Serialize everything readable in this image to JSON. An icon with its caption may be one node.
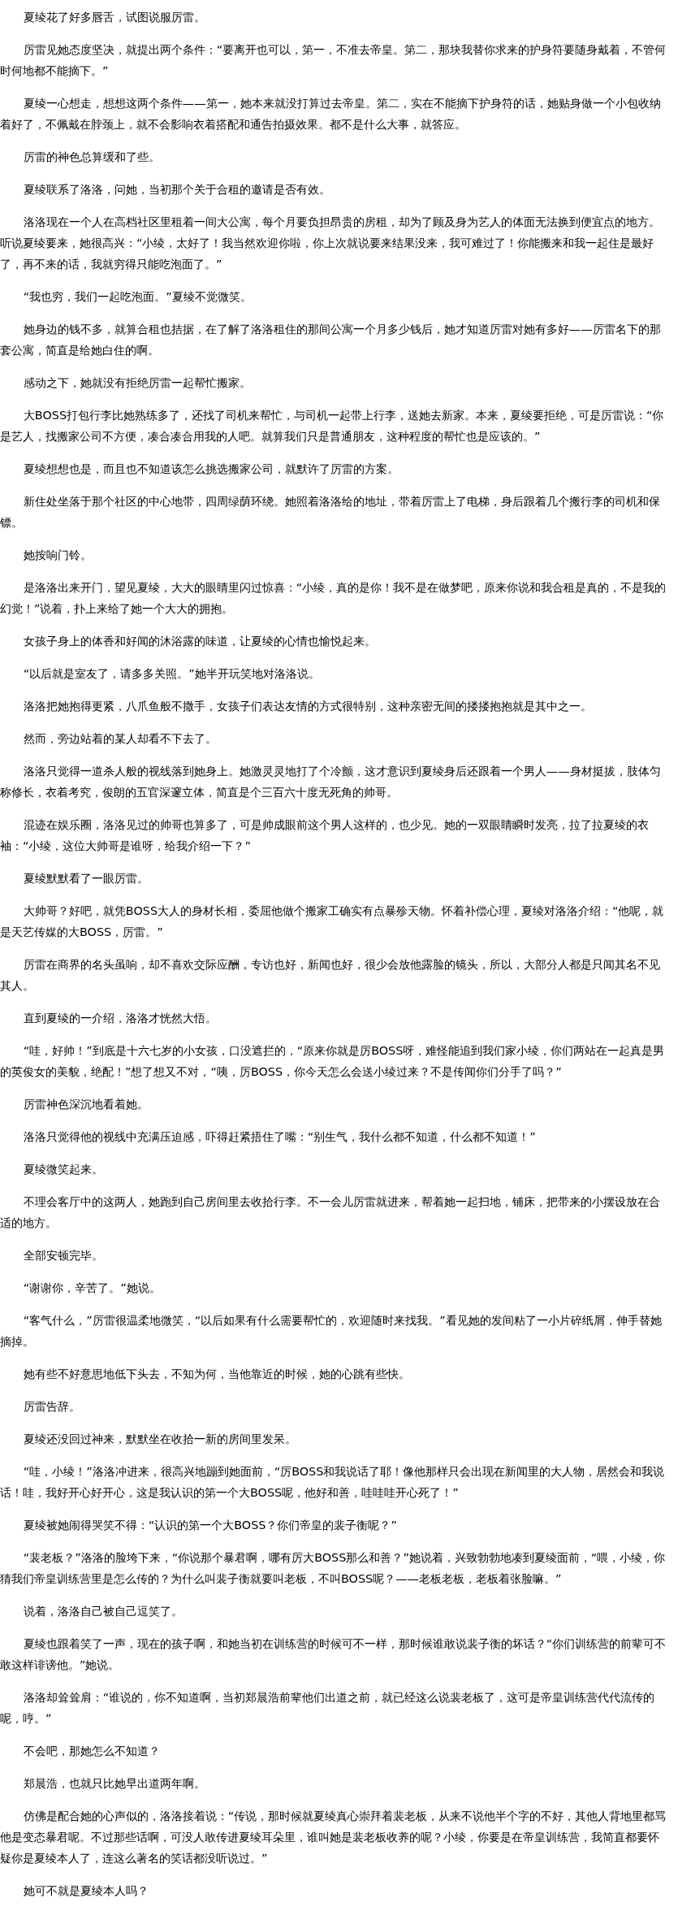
{
  "diagram": {
    "labels": [
      "夏绫花了好多唇舌，试图说服厉雷。",
      "厉雷见她态度坚决，就提出两个条件：“要离开也可以，第一，不准去帝皇。第二，那块我替你求来的护身符要随身戴着，不管何时何地都不能摘下。”",
      "夏绫一心想走，想想这两个条件——第一，她本来就没打算过去帝皇。第二，实在不能摘下护身符的话，她贴身做一个小包收纳着好了，不佩戴在脖颈上，就不会影响衣着搭配和通告拍摄效果。都不是什么大事，就答应。",
      "厉雷的神色总算缓和了些。",
      "夏绫联系了洛洛，问她，当初那个关于合租的邀请是否有效。",
      "洛洛现在一个人在高档社区里租着一间大公寓，每个月要负担昂贵的房租，却为了顾及身为艺人的体面无法换到便宜点的地方。听说夏绫要来，她很高兴：“小绫，太好了！我当然欢迎你啦，你上次就说要来结果没来，我可难过了！你能搬来和我一起住是最好了，再不来的话，我就穷得只能吃泡面了。”",
      "“我也穷，我们一起吃泡面。”夏绫不觉微笑。",
      "她身边的钱不多，就算合租也拮据，在了解了洛洛租住的那间公寓一个月多少钱后，她才知道厉雷对她有多好——厉雷名下的那套公寓，简直是给她白住的啊。",
      "感动之下，她就没有拒绝厉雷一起帮忙搬家。",
      "大BOSS打包行李比她熟练多了，还找了司机来帮忙，与司机一起带上行李，送她去新家。本来，夏绫要拒绝，可是厉雷说：“你是艺人，找搬家公司不方便，凑合凑合用我的人吧。就算我们只是普通朋友，这种程度的帮忙也是应该的。”",
      "夏绫想想也是，而且也不知道该怎么挑选搬家公司，就默许了厉雷的方案。",
      "新住处坐落于那个社区的中心地带，四周绿荫环绕。她照着洛洛给的地址，带着厉雷上了电梯，身后跟着几个搬行李的司机和保镖。",
      "她按响门铃。",
      "是洛洛出来开门，望见夏绫，大大的眼睛里闪过惊喜：“小绫，真的是你！我不是在做梦吧，原来你说和我合租是真的，不是我的幻觉！”说着，扑上来给了她一个大大的拥抱。",
      "女孩子身上的体香和好闻的沐浴露的味道，让夏绫的心情也愉悦起来。",
      "“以后就是室友了，请多多关照。”她半开玩笑地对洛洛说。",
      "洛洛把她抱得更紧，八爪鱼般不撒手，女孩子们表达友情的方式很特别，这种亲密无间的搂搂抱抱就是其中之一。",
      "然而，旁边站着的某人却看不下去了。",
      "洛洛只觉得一道杀人般的视线落到她身上。她激灵灵地打了个冷颤，这才意识到夏绫身后还跟着一个男人——身材挺拔，肢体匀称修长，衣着考究，俊朗的五官深邃立体，简直是个三百六十度无死角的帅哥。",
      "混迹在娱乐圈，洛洛见过的帅哥也算多了，可是帅成眼前这个男人这样的，也少见。她的一双眼睛瞬时发亮，拉了拉夏绫的衣袖：“小绫，这位大帅哥是谁呀，给我介绍一下？”",
      "夏绫默默看了一眼厉雷。",
      "大帅哥？好吧，就凭BOSS大人的身材长相，委屈他做个搬家工确实有点暴殄天物。怀着补偿心理，夏绫对洛洛介绍：“他呢，就是天艺传媒的大BOSS，厉雷。”",
      "厉雷在商界的名头虽响，却不喜欢交际应酬，专访也好，新闻也好，很少会放他露脸的镜头，所以，大部分人都是只闻其名不见其人。",
      "直到夏绫的一介绍，洛洛才恍然大悟。",
      "“哇，好帅！”到底是十六七岁的小女孩，口没遮拦的，“原来你就是厉BOSS呀，难怪能追到我们家小绫，你们两站在一起真是男的英俊女的美貌，绝配！”想了想又不对，“咦，厉BOSS，你今天怎么会送小绫过来？不是传闻你们分手了吗？”",
      "厉雷神色深沉地看着她。",
      "洛洛只觉得他的视线中充满压迫感，吓得赶紧捂住了嘴：“别生气，我什么都不知道，什么都不知道！”",
      "夏绫微笑起来。",
      "不理会客厅中的这两人，她跑到自己房间里去收拾行李。不一会儿厉雷就进来，帮着她一起扫地，铺床，把带来的小摆设放在合适的地方。",
      "全部安顿完毕。",
      "“谢谢你，辛苦了。”她说。",
      "“客气什么，”厉雷很温柔地微笑，“以后如果有什么需要帮忙的，欢迎随时来找我。”看见她的发间粘了一小片碎纸屑，伸手替她摘掉。",
      "她有些不好意思地低下头去，不知为何，当他靠近的时候，她的心跳有些快。",
      "厉雷告辞。",
      "夏绫还没回过神来，默默坐在收拾一新的房间里发呆。",
      "“哇，小绫！”洛洛冲进来，很高兴地蹦到她面前，“厉BOSS和我说话了耶！像他那样只会出现在新闻里的大人物，居然会和我说话！哇，我好开心好开心，这是我认识的第一个大BOSS呢，他好和善，哇哇哇开心死了！”",
      "夏绫被她闹得哭笑不得：“认识的第一个大BOSS？你们帝皇的裴子衡呢？”",
      "“裴老板？”洛洛的脸垮下来，“你说那个暴君啊，哪有厉大BOSS那么和善？”她说着，兴致勃勃地凑到夏绫面前，“喂，小绫，你猜我们帝皇训练营里是怎么传的？为什么叫裴子衡就要叫老板，不叫BOSS呢？——老板老板，老板着张脸嘛。”",
      "说着，洛洛自己被自己逗笑了。",
      "夏绫也跟着笑了一声，现在的孩子啊，和她当初在训练营的时候可不一样，那时候谁敢说裴子衡的坏话？“你们训练营的前辈可不敢这样诽谤他。”她说。",
      "洛洛却耸耸肩：“谁说的，你不知道啊，当初郑晨浩前辈他们出道之前，就已经这么说裴老板了，这可是帝皇训练营代代流传的呢，哼。”",
      "不会吧，那她怎么不知道？",
      "郑晨浩，也就只比她早出道两年啊。",
      "仿佛是配合她的心声似的，洛洛接着说：“传说，那时候就夏绫真心崇拜着裴老板，从来不说他半个字的不好，其他人背地里都骂他是变态暴君呢。不过那些话啊，可没人敢传进夏绫耳朵里，谁叫她是裴老板收养的呢？小绫，你要是在帝皇训练营，我简直都要怀疑你是夏绫本人了，连这么著名的笑话都没听说过。”",
      "她可不就是夏绫本人吗？"
    ]
  }
}
